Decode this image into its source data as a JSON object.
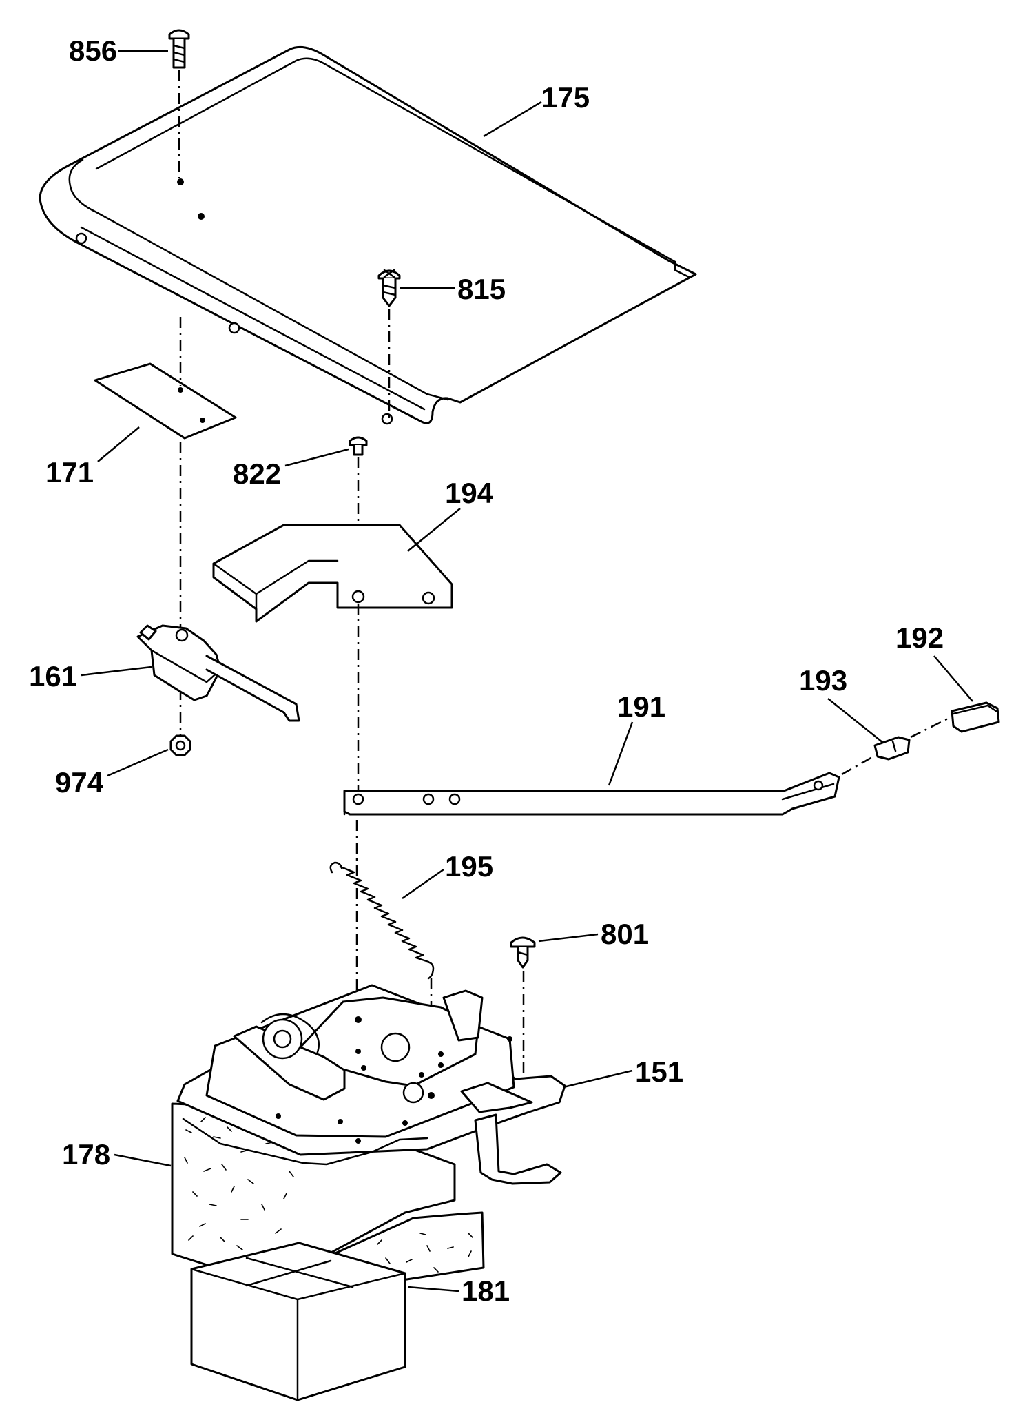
{
  "callouts": {
    "c856": "856",
    "c175": "175",
    "c815": "815",
    "c171": "171",
    "c822": "822",
    "c194": "194",
    "c192": "192",
    "c193": "193",
    "c161": "161",
    "c191": "191",
    "c974": "974",
    "c195": "195",
    "c801": "801",
    "c151": "151",
    "c178": "178",
    "c181": "181"
  }
}
